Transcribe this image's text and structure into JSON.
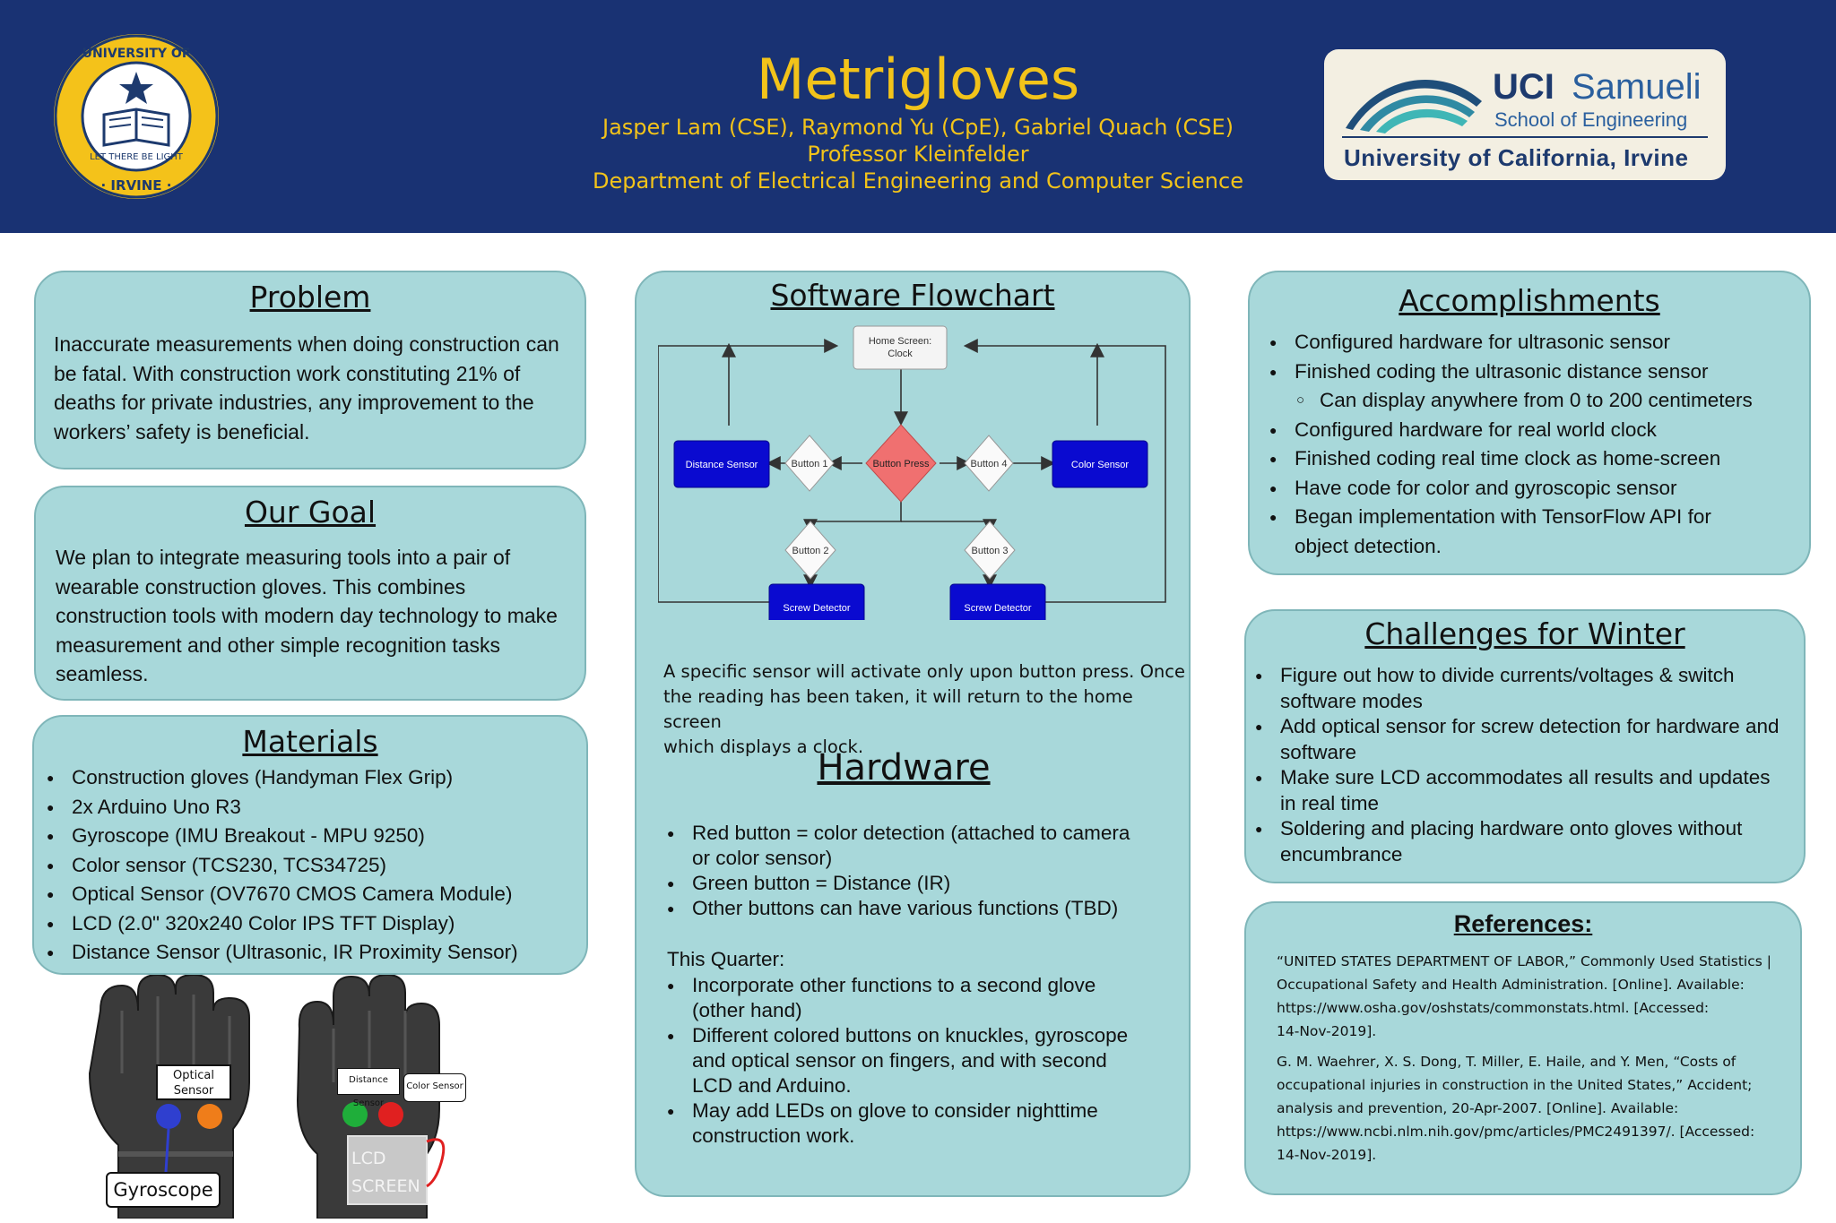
{
  "header": {
    "title": "Metrigloves",
    "authors": "Jasper Lam (CSE), Raymond Yu (CpE), Gabriel Quach (CSE)",
    "professor": "Professor Kleinfelder",
    "department": "Department of Electrical Engineering and Computer Science",
    "seal_text": "THE UNIVERSITY OF CALIFORNIA · IRVINE · LET THERE BE LIGHT",
    "logo": {
      "line1_bold": "UCI",
      "line1_rest": "Samueli",
      "line2": "School of Engineering",
      "line3": "University of California, Irvine"
    }
  },
  "problem": {
    "title": "Problem",
    "lines": [
      "Inaccurate measurements when doing construction can",
      "be fatal. With construction work constituting 21% of",
      "deaths for private industries, any improvement to the",
      "workers’ safety is beneficial."
    ]
  },
  "goal": {
    "title": "Our Goal",
    "lines": [
      "We plan to integrate measuring tools into a pair of",
      "wearable construction gloves. This combines",
      "construction tools with modern day technology to make",
      "measurement and other simple recognition tasks",
      "seamless."
    ]
  },
  "materials": {
    "title": "Materials",
    "items": [
      "Construction gloves (Handyman Flex Grip)",
      "2x Arduino Uno R3",
      "Gyroscope (IMU Breakout - MPU 9250)",
      "Color sensor (TCS230, TCS34725)",
      "Optical Sensor (OV7670 CMOS Camera Module)",
      "LCD (2.0\" 320x240 Color IPS TFT Display)",
      "Distance Sensor (Ultrasonic, IR Proximity Sensor)"
    ]
  },
  "glove_labels": {
    "optical": "Optical Sensor",
    "gyroscope": "Gyroscope",
    "distance": "Distance Sensor",
    "color": "Color Sensor",
    "lcd": "LCD SCREEN"
  },
  "flowchart": {
    "title": "Software Flowchart",
    "nodes": {
      "home": "Home Screen: Clock",
      "press": "Button Press",
      "b1": "Button 1",
      "b2": "Button 2",
      "b3": "Button 3",
      "b4": "Button 4",
      "distance": "Distance Sensor",
      "color": "Color Sensor",
      "screw1": "Screw Detector",
      "screw2": "Screw Detector"
    },
    "caption": [
      "A specific sensor will activate only upon button press. Once",
      "the reading has been taken, it will return to the home screen",
      "which displays a clock."
    ]
  },
  "hardware": {
    "title": "Hardware",
    "items": [
      "Red button = color detection (attached to camera",
      "or color sensor)",
      "Green button = Distance (IR)",
      "Other buttons can have various functions (TBD)"
    ],
    "quarter_label": "This Quarter:",
    "quarter_items": [
      [
        "Incorporate other functions to a second glove",
        "(other hand)"
      ],
      [
        "Different colored buttons on knuckles, gyroscope",
        "and optical sensor on fingers, and with second",
        "LCD and Arduino."
      ],
      [
        "May add LEDs on glove to consider nighttime",
        "construction work."
      ]
    ]
  },
  "accomplishments": {
    "title": "Accomplishments",
    "items": [
      "Configured hardware for ultrasonic sensor",
      "Finished coding the ultrasonic distance sensor",
      "Can display anywhere from 0 to 200 centimeters",
      "Configured hardware for real world clock",
      "Finished coding real time clock as home-screen",
      "Have code for color and gyroscopic sensor",
      "Began implementation with TensorFlow API for",
      "object detection."
    ]
  },
  "challenges": {
    "title": "Challenges for Winter",
    "items": [
      [
        "Figure out how to divide currents/voltages & switch",
        "software modes"
      ],
      [
        "Add optical sensor for screw detection for hardware and",
        "software"
      ],
      [
        "Make sure LCD accommodates all results and updates",
        "in real time"
      ],
      [
        "Soldering and placing hardware onto gloves without",
        "encumbrance"
      ]
    ]
  },
  "references": {
    "title": "References:",
    "ref1": [
      "“UNITED STATES DEPARTMENT OF LABOR,” Commonly Used Statistics |",
      "Occupational Safety and Health Administration. [Online]. Available:",
      "https://www.osha.gov/oshstats/commonstats.html. [Accessed:",
      "14-Nov-2019]."
    ],
    "ref2": [
      "G. M. Waehrer, X. S. Dong, T. Miller, E. Haile, and Y. Men, “Costs of",
      "occupational injuries in construction in the United States,” Accident;",
      "analysis and prevention, 20-Apr-2007. [Online]. Available:",
      "https://www.ncbi.nlm.nih.gov/pmc/articles/PMC2491397/. [Accessed:",
      "14-Nov-2019]."
    ]
  },
  "colors": {
    "header_bg": "#193273",
    "title_gold": "#f2c31a",
    "panel_bg": "#a8d8da",
    "node_blue": "#0a0ad0",
    "node_red": "#f06a6a"
  }
}
